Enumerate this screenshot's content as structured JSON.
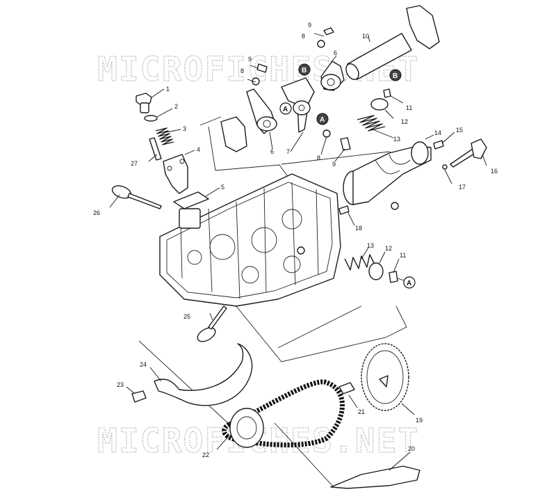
{
  "watermark": "MICROFICHES.NET",
  "callouts": [
    "1",
    "2",
    "3",
    "4",
    "5",
    "6",
    "6",
    "7",
    "8",
    "8",
    "8",
    "9",
    "9",
    "10",
    "11",
    "11",
    "12",
    "12",
    "13",
    "13",
    "14",
    "15",
    "16",
    "17",
    "18",
    "19",
    "20",
    "21",
    "22",
    "23",
    "24",
    "25",
    "26",
    "27"
  ],
  "circled_refs": [
    "A",
    "B"
  ],
  "labels": {
    "l1": "1",
    "l2": "2",
    "l3": "3",
    "l4": "4",
    "l5": "5",
    "l6a": "6",
    "l6b": "6",
    "l7": "7",
    "l8a": "8",
    "l8b": "8",
    "l8c": "8",
    "l9a": "9",
    "l9b": "9",
    "l9c": "9",
    "l10": "10",
    "l11a": "11",
    "l11b": "11",
    "l12a": "12",
    "l12b": "12",
    "l13a": "13",
    "l13b": "13",
    "l14": "14",
    "l15": "15",
    "l16": "16",
    "l17": "17",
    "l18": "18",
    "l19": "19",
    "l20": "20",
    "l21": "21",
    "l22": "22",
    "l23": "23",
    "l24": "24",
    "l25": "25",
    "l26": "26",
    "l27": "27",
    "refA1": "A",
    "refA2": "A",
    "refA3": "A",
    "refB1": "B",
    "refB2": "B"
  }
}
